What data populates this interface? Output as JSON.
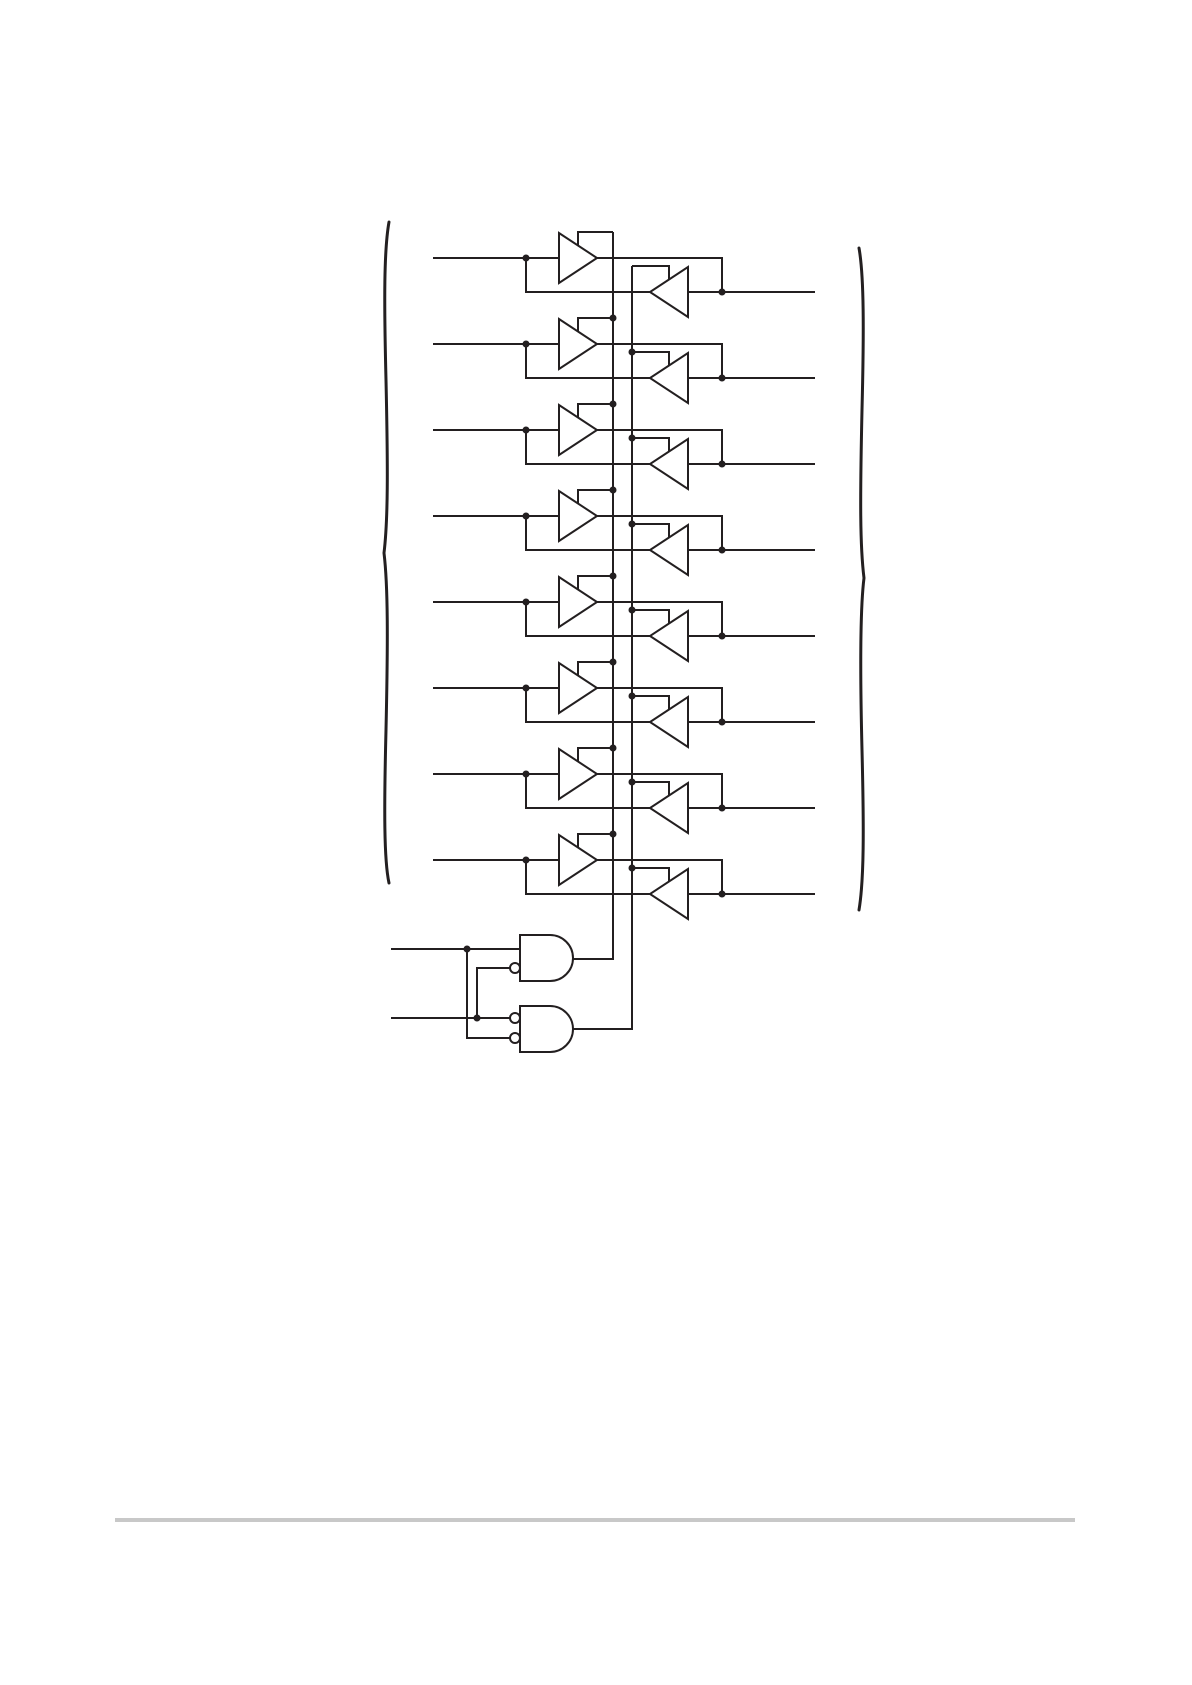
{
  "diagram": {
    "kind": "bidirectional-bus-transceiver-schematic",
    "stages": 8,
    "control_gates": 2,
    "colors": {
      "ink": "#231f20",
      "background": "#ffffff",
      "footer_rule": "#c8c8c8"
    }
  }
}
